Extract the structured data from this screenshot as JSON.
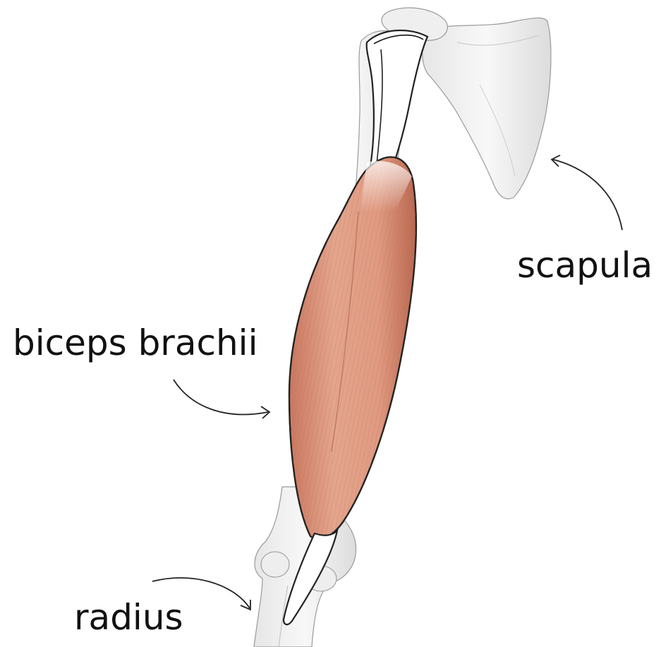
{
  "labels": {
    "scapula": "scapula",
    "biceps": "biceps brachii",
    "radius": "radius"
  },
  "colors": {
    "muscle": "#e3a088",
    "muscle_dark": "#c97a62",
    "bone": "#f1f1f1",
    "bone_shade": "#d2d2d2",
    "outline": "#222222",
    "text": "#111111"
  }
}
